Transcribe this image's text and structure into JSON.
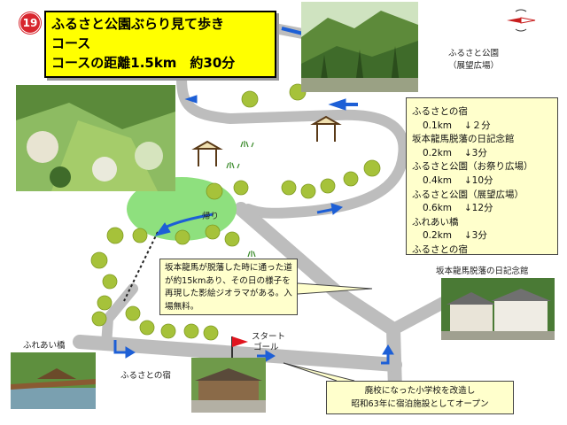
{
  "route_number": "19",
  "title": {
    "line1": "ふるさと公園ぶらり見て歩き",
    "line2": "コース",
    "line3": "コースの距離1.5km　約30分"
  },
  "labels": {
    "park_photo": "ふるさと公園",
    "park_photo_sub": "（展望広場）",
    "return_arrow": "帰り",
    "memorial_hall": "坂本龍馬脱藩の日記念館",
    "fureai_bridge": "ふれあい橋",
    "start": "スタート",
    "goal": "ゴール",
    "furusato_inn": "ふるさとの宿"
  },
  "route_info": {
    "lines": [
      {
        "place": "ふるさとの宿"
      },
      {
        "time": "0.1km　 ↓２分"
      },
      {
        "place": "坂本龍馬脱藩の日記念館"
      },
      {
        "time": "0.2km　 ↓3分"
      },
      {
        "place": "ふるさと公園（お祭り広場）"
      },
      {
        "time": "0.4km　 ↓10分"
      },
      {
        "place": "ふるさと公園（展望広場）"
      },
      {
        "time": "0.6km　 ↓12分"
      },
      {
        "place": "ふれあい橋"
      },
      {
        "time": "0.2km　 ↓3分"
      },
      {
        "place": "ふるさとの宿"
      }
    ]
  },
  "callouts": {
    "diorama": "坂本龍馬が脱藩した時に通った道が約15kmあり、その日の様子を再現した影絵ジオラマがある。入場無料。",
    "inn_line1": "廃校になった小学校を改造し",
    "inn_line2": "昭和63年に宿泊施設としてオープン"
  },
  "colors": {
    "title_bg": "#ffff00",
    "badge": "#d8262e",
    "road": "#bdbdbd",
    "park": "#8ee07e",
    "route_arrow": "#1d5fd6",
    "tree": "#a6c23a",
    "note_bg": "#ffffcc"
  },
  "icons": [
    "compass-icon",
    "flag-icon",
    "arrow-icon",
    "tree-icon",
    "pavilion-icon"
  ]
}
